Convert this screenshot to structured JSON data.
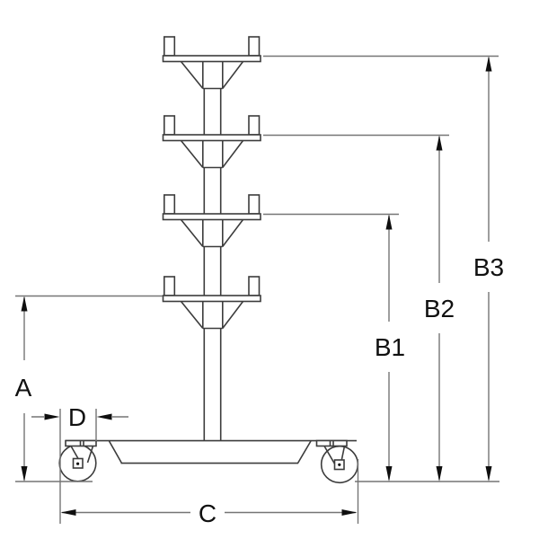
{
  "figure": {
    "labels": {
      "a": "A",
      "b1": "B1",
      "b2": "B2",
      "b3": "B3",
      "c": "C",
      "d": "D"
    },
    "colors": {
      "background": "#ffffff",
      "structure": "#3c3c3c",
      "dimension_line": "#757575",
      "arrowhead": "#0f0f0f",
      "label_text": "#111111"
    }
  }
}
